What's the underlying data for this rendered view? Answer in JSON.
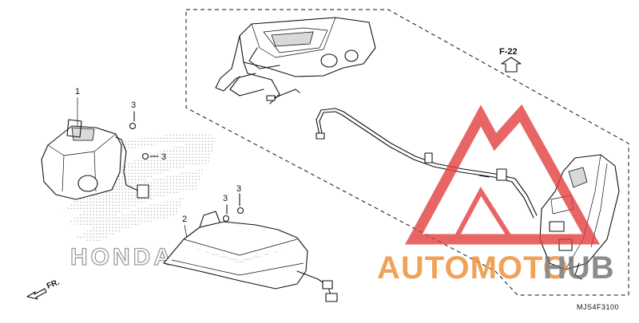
{
  "diagram": {
    "callouts": {
      "c1": "1",
      "c2": "2",
      "c3a": "3",
      "c3b": "3",
      "c3c": "3",
      "c3d": "3"
    },
    "ref_label": "F-22",
    "direction_label": "FR.",
    "drawing_code": "MJS4F3100",
    "background_wordmark": "HONDA"
  },
  "watermark": {
    "part1": "AUTOMOTO",
    "part2": "HUB",
    "color_primary": "#ec8a2a",
    "color_secondary": "#6d6d6d",
    "triangle_color": "#e23b3b"
  }
}
